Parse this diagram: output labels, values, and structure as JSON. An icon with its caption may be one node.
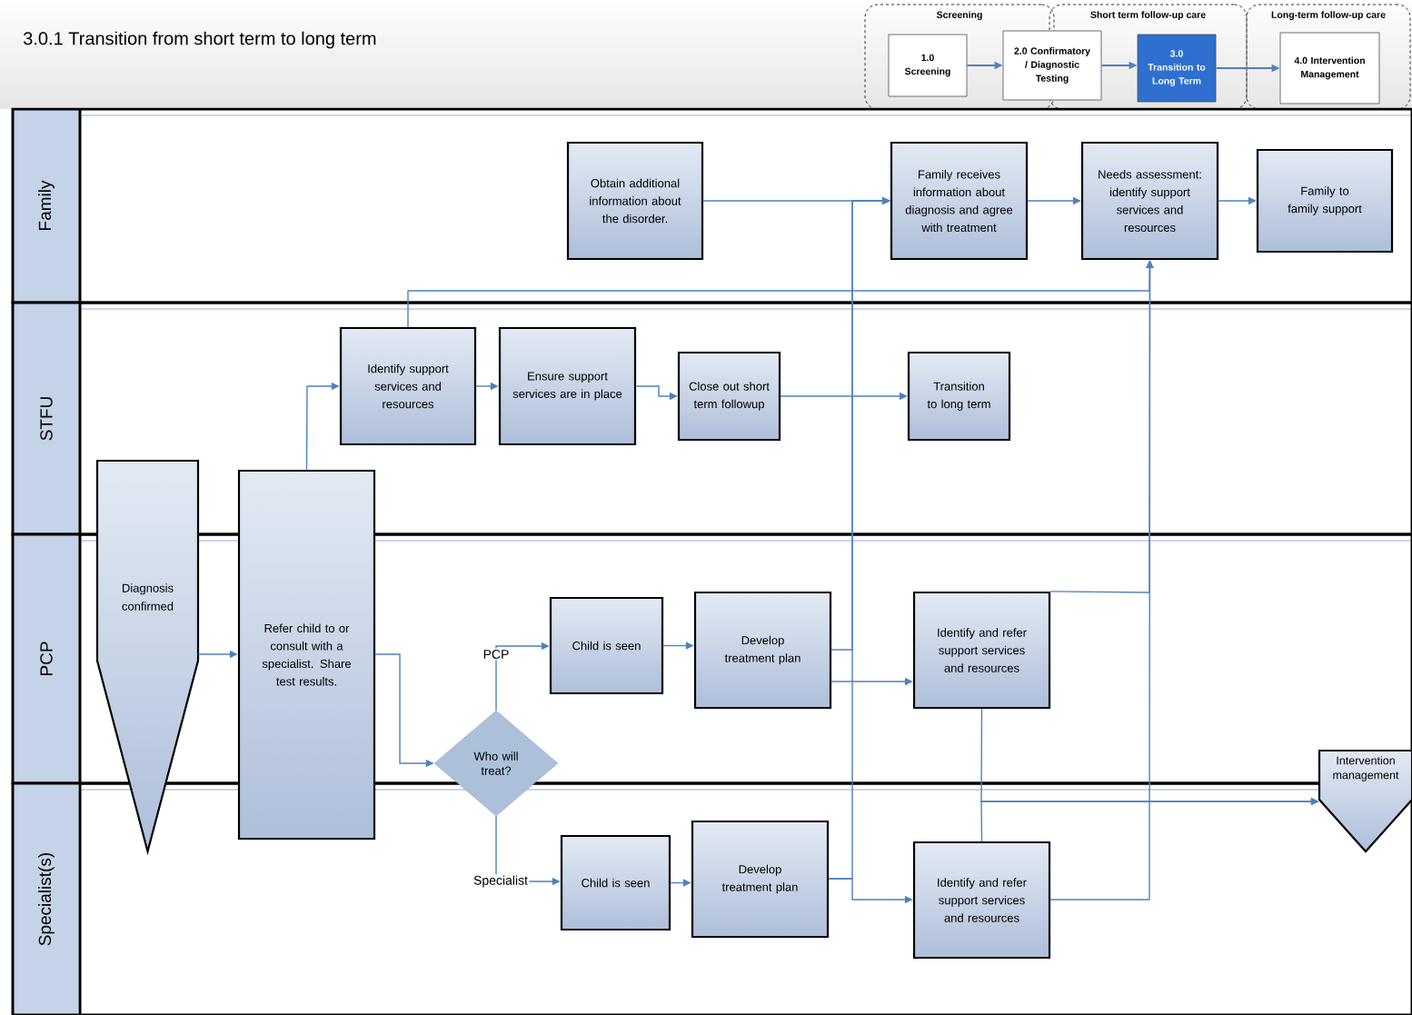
{
  "diagram": {
    "title": "3.0.1 Transition from short term to long term",
    "nodes": [
      {
        "text": [
          "Screening"
        ]
      },
      {
        "text": [
          "1.0 Screening"
        ],
        "in": 0
      },
      {
        "text": [
          "Short term follow-up care"
        ]
      },
      {
        "text": [
          "2.0 Confirmatory / Diagnostic Testing"
        ]
      },
      {
        "text": [
          "3.0 Transition to Long Term"
        ],
        "in": 2
      },
      {
        "text": [
          "Long-term follow-up care"
        ]
      },
      {
        "text": [
          "4.0 Intervention Management"
        ],
        "in": 5
      },
      {
        "text": [
          "Family"
        ]
      },
      {
        "text": [
          "STFU"
        ]
      },
      {
        "text": [
          "PCP"
        ]
      },
      {
        "text": [
          "Specialist(s)"
        ]
      },
      {
        "text": [
          "Obtain additional information about the disorder."
        ],
        "in": 7
      },
      {
        "text": [
          "Family receives information about diagnosis and agree with treatment"
        ],
        "in": 7
      },
      {
        "text": [
          "Needs assessment: identify support services and resources"
        ],
        "in": 7
      },
      {
        "text": [
          "Family to family support"
        ],
        "in": 7
      },
      {
        "text": [
          "Identify support services and resources"
        ],
        "in": 8
      },
      {
        "text": [
          "Ensure support services are in place"
        ],
        "in": 8
      },
      {
        "text": [
          "Close out short term followup"
        ],
        "in": 8
      },
      {
        "text": [
          "Transition to long term"
        ],
        "in": 8
      },
      {
        "text": [
          "Diagnosis confirmed"
        ]
      },
      {
        "text": [
          "Refer child to or consult with a specialist. Share test results."
        ]
      },
      {
        "text": [
          "Who will treat?"
        ]
      },
      {
        "text": [
          "Child is seen"
        ],
        "in": 9
      },
      {
        "text": [
          "Develop treatment plan"
        ],
        "in": 9
      },
      {
        "text": [
          "Identify and refer support services and resources"
        ],
        "in": 9
      },
      {
        "text": [
          "Child is seen"
        ],
        "in": 10
      },
      {
        "text": [
          "Develop treatment plan"
        ],
        "in": 10
      },
      {
        "text": [
          "Identify and refer support services and resources"
        ],
        "in": 10
      },
      {
        "text": [
          "Intervention management"
        ]
      }
    ],
    "edges": [
      {
        "from": 1,
        "to": 3,
        "arrow": "to"
      },
      {
        "from": 3,
        "to": 4,
        "arrow": "to"
      },
      {
        "from": 4,
        "to": 6,
        "arrow": "to"
      },
      {
        "from": 11,
        "to": 12,
        "arrow": "to"
      },
      {
        "from": 12,
        "to": 13,
        "arrow": "to"
      },
      {
        "from": 13,
        "to": 14,
        "arrow": "to"
      },
      {
        "from": 15,
        "to": 13,
        "arrow": "to"
      },
      {
        "from": 19,
        "to": 20,
        "arrow": "to"
      },
      {
        "from": 20,
        "to": 15,
        "arrow": "to"
      },
      {
        "from": 15,
        "to": 16,
        "arrow": "to"
      },
      {
        "from": 16,
        "to": 17,
        "arrow": "to"
      },
      {
        "from": 17,
        "to": 18,
        "arrow": "to"
      },
      {
        "from": 20,
        "to": 21,
        "arrow": "to"
      },
      {
        "from": 21,
        "to": 22,
        "arrow": "to",
        "label": "PCP"
      },
      {
        "from": 21,
        "to": 25,
        "arrow": "to",
        "label": "Specialist"
      },
      {
        "from": 22,
        "to": 23,
        "arrow": "to"
      },
      {
        "from": 23,
        "to": 12,
        "arrow": "to"
      },
      {
        "from": 23,
        "to": 24,
        "arrow": "to"
      },
      {
        "from": 26,
        "to": 12,
        "arrow": "to"
      },
      {
        "from": 26,
        "to": 27,
        "arrow": "to"
      },
      {
        "from": 25,
        "to": 26,
        "arrow": "to"
      },
      {
        "from": 24,
        "to": 13,
        "arrow": "to"
      },
      {
        "from": 27,
        "to": 13,
        "arrow": "to"
      },
      {
        "from": 24,
        "to": 28,
        "arrow": "to"
      },
      {
        "from": 27,
        "to": 28,
        "arrow": "to"
      }
    ]
  }
}
